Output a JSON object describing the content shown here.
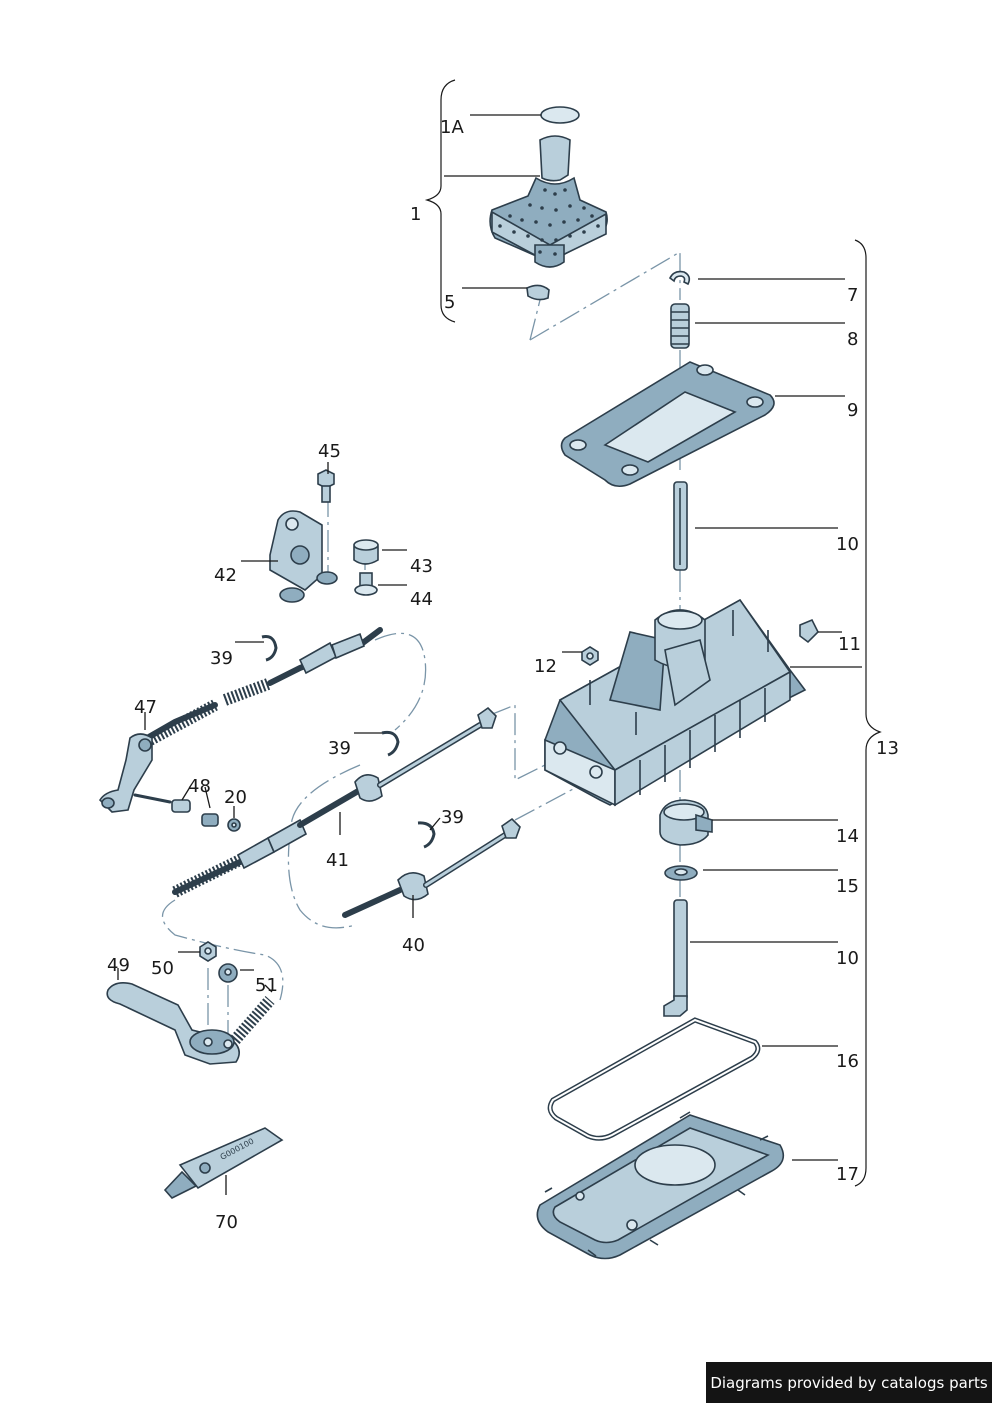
{
  "title": "Gearshift mechanism exploded diagram",
  "labels": {
    "l1A": "1A",
    "l1": "1",
    "l5": "5",
    "l7": "7",
    "l8": "8",
    "l9": "9",
    "l10a": "10",
    "l10b": "10",
    "l11": "11",
    "l12": "12",
    "l13": "13",
    "l14": "14",
    "l15": "15",
    "l16": "16",
    "l17": "17",
    "l20": "20",
    "l39a": "39",
    "l39b": "39",
    "l39c": "39",
    "l40": "40",
    "l41": "41",
    "l42": "42",
    "l43": "43",
    "l44": "44",
    "l45": "45",
    "l47": "47",
    "l48": "48",
    "l49": "49",
    "l50": "50",
    "l51": "51",
    "l70": "70"
  },
  "tube_marking": "G000100",
  "footer": {
    "credit": "Diagrams provided by catalogs parts"
  },
  "colors": {
    "part_fill": "#b9cfdb",
    "outline": "#2d3e4b",
    "axis": "#7a95a8",
    "footer_bg": "#141414"
  }
}
